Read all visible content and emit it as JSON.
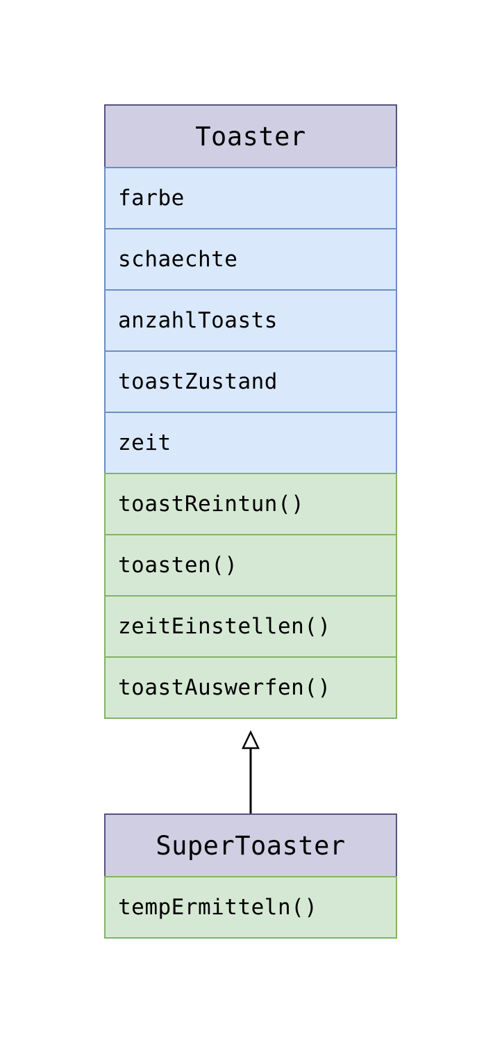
{
  "toaster": {
    "name": "Toaster",
    "attributes": [
      "farbe",
      "schaechte",
      "anzahlToasts",
      "toastZustand",
      "zeit"
    ],
    "methods": [
      "toastReintun()",
      "toasten()",
      "zeitEinstellen()",
      "toastAuswerfen()"
    ]
  },
  "supertoaster": {
    "name": "SuperToaster",
    "methods": [
      "tempErmitteln()"
    ]
  },
  "relationship": {
    "type": "inheritance",
    "from": "SuperToaster",
    "to": "Toaster"
  }
}
